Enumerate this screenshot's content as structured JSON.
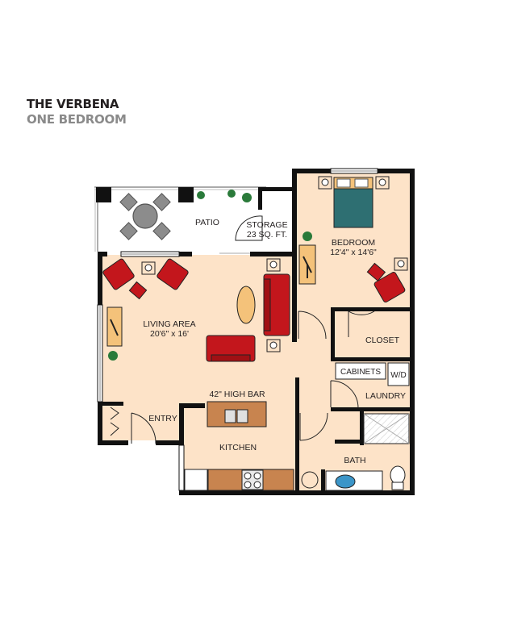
{
  "header": {
    "title": "THE VERBENA",
    "subtitle": "ONE BEDROOM"
  },
  "rooms": {
    "patio": "PATIO",
    "storage_name": "STORAGE",
    "storage_size": "23 SQ. FT.",
    "bedroom_name": "BEDROOM",
    "bedroom_size": "12'4\" x 14'6\"",
    "living_name": "LIVING AREA",
    "living_size": "20'6\" x 16'",
    "closet": "CLOSET",
    "cabinets": "CABINETS",
    "wd": "W/D",
    "laundry": "LAUNDRY",
    "high_bar": "42\" HIGH BAR",
    "entry": "ENTRY",
    "kitchen": "KITCHEN",
    "bath": "BATH"
  },
  "colors": {
    "floor": "#fde3c8",
    "wall": "#111111",
    "sofa_red": "#c3161c",
    "counter": "#c8844f",
    "rug": "#f4c27a",
    "bed_blanket": "#2e6f72",
    "sink_blue": "#3b95c8"
  }
}
